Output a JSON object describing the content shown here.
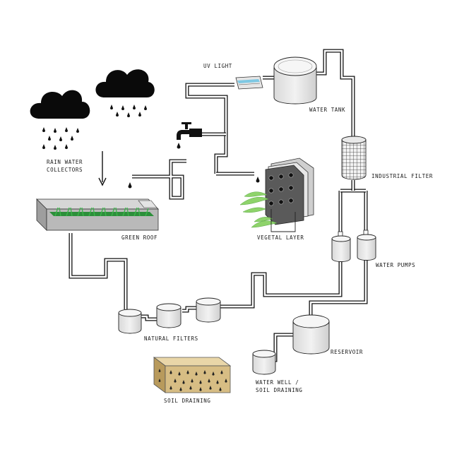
{
  "labels": {
    "uv_light": "UV LIGHT",
    "water_tank": "WATER TANK",
    "industrial_filter": "INDUSTRIAL FILTER",
    "rain_water_collectors_1": "RAIN WATER",
    "rain_water_collectors_2": "COLLECTORS",
    "green_roof": "GREEN ROOF",
    "vegetal_layer": "VEGETAL LAYER",
    "water_pumps": "WATER PUMPS",
    "natural_filters": "NATURAL FILTERS",
    "reservoir": "RESERVOIR",
    "water_well_1": "WATER WELL /",
    "water_well_2": "SOIL DRAINING",
    "soil_draining": "SOIL DRAINING"
  },
  "colors": {
    "pipe": "#111111",
    "tank_body": "#e8e8e8",
    "grass": "#3bb54a",
    "plant": "#8ed36b",
    "soil": "#d7bd84",
    "uv_glow": "#7ec8e3"
  }
}
